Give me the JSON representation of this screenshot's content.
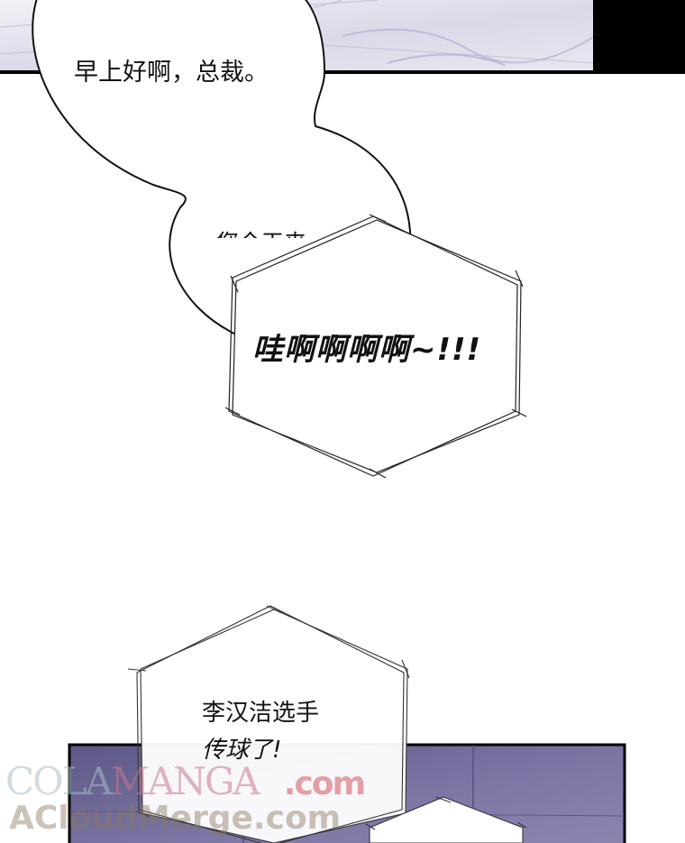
{
  "panel": {
    "speech_top": "早上好啊，总裁。",
    "speech_partial": "您今天来",
    "shout": "哇啊啊啊啊~!!!",
    "caption_line1": "李汉洁选手",
    "caption_line2": "传球了!"
  },
  "watermark": {
    "line1_a": "COLA",
    "line1_b": "MANGA",
    "line1_c": ".com",
    "line2": "ACloudMerge.com"
  },
  "colors": {
    "marble": "#e6e3ee",
    "floor": "#6f6a96",
    "black_bar": "#000000",
    "outline": "#111111"
  }
}
